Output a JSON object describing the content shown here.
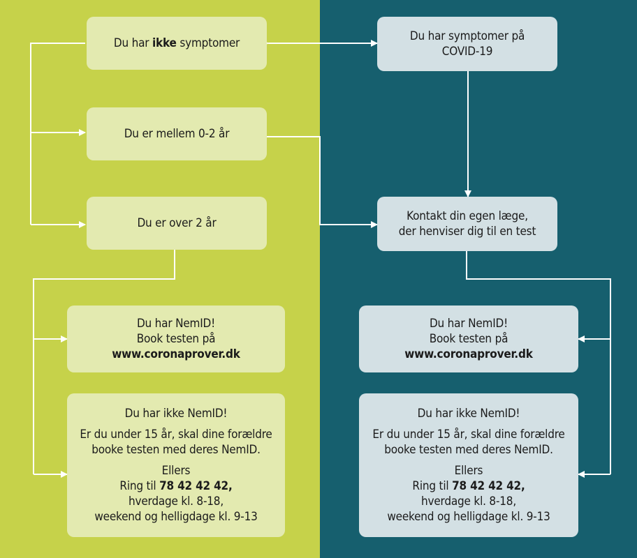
{
  "colors": {
    "left_bg": "#c6d24a",
    "right_bg": "#165f6e",
    "left_box": "#e3eab0",
    "right_box": "#d3e0e4",
    "connector": "#ffffff"
  },
  "left": {
    "no_symptoms": {
      "before": "Du har ",
      "bold": "ikke",
      "after": " symptomer"
    },
    "age_0_2": "Du er mellem 0-2 år",
    "age_over_2": "Du er over 2 år",
    "nemid_yes": {
      "line1": "Du har NemID!",
      "line2": "Book testen på",
      "link": "www.coronaprover.dk"
    },
    "nemid_no": {
      "line1": "Du har ikke NemID!",
      "line2": "Er du under 15 år, skal dine forældre",
      "line3": "booke testen med deres NemID.",
      "line4": "Ellers",
      "ring_prefix": "Ring til ",
      "phone": "78 42 42 42,",
      "line6": "hverdage kl. 8-18,",
      "line7": "weekend og helligdage kl. 9-13"
    }
  },
  "right": {
    "symptoms": {
      "line1": "Du har symptomer på",
      "line2": "COVID-19"
    },
    "contact_doctor": {
      "line1": "Kontakt din egen læge,",
      "line2": "der henviser dig til en test"
    },
    "nemid_yes": {
      "line1": "Du har NemID!",
      "line2": "Book testen på",
      "link": "www.coronaprover.dk"
    },
    "nemid_no": {
      "line1": "Du har ikke NemID!",
      "line2": "Er du under 15 år, skal dine forældre",
      "line3": "booke testen med deres NemID.",
      "line4": "Ellers",
      "ring_prefix": "Ring til ",
      "phone": "78 42 42 42,",
      "line6": "hverdage kl. 8-18,",
      "line7": "weekend og helligdage kl. 9-13"
    }
  }
}
